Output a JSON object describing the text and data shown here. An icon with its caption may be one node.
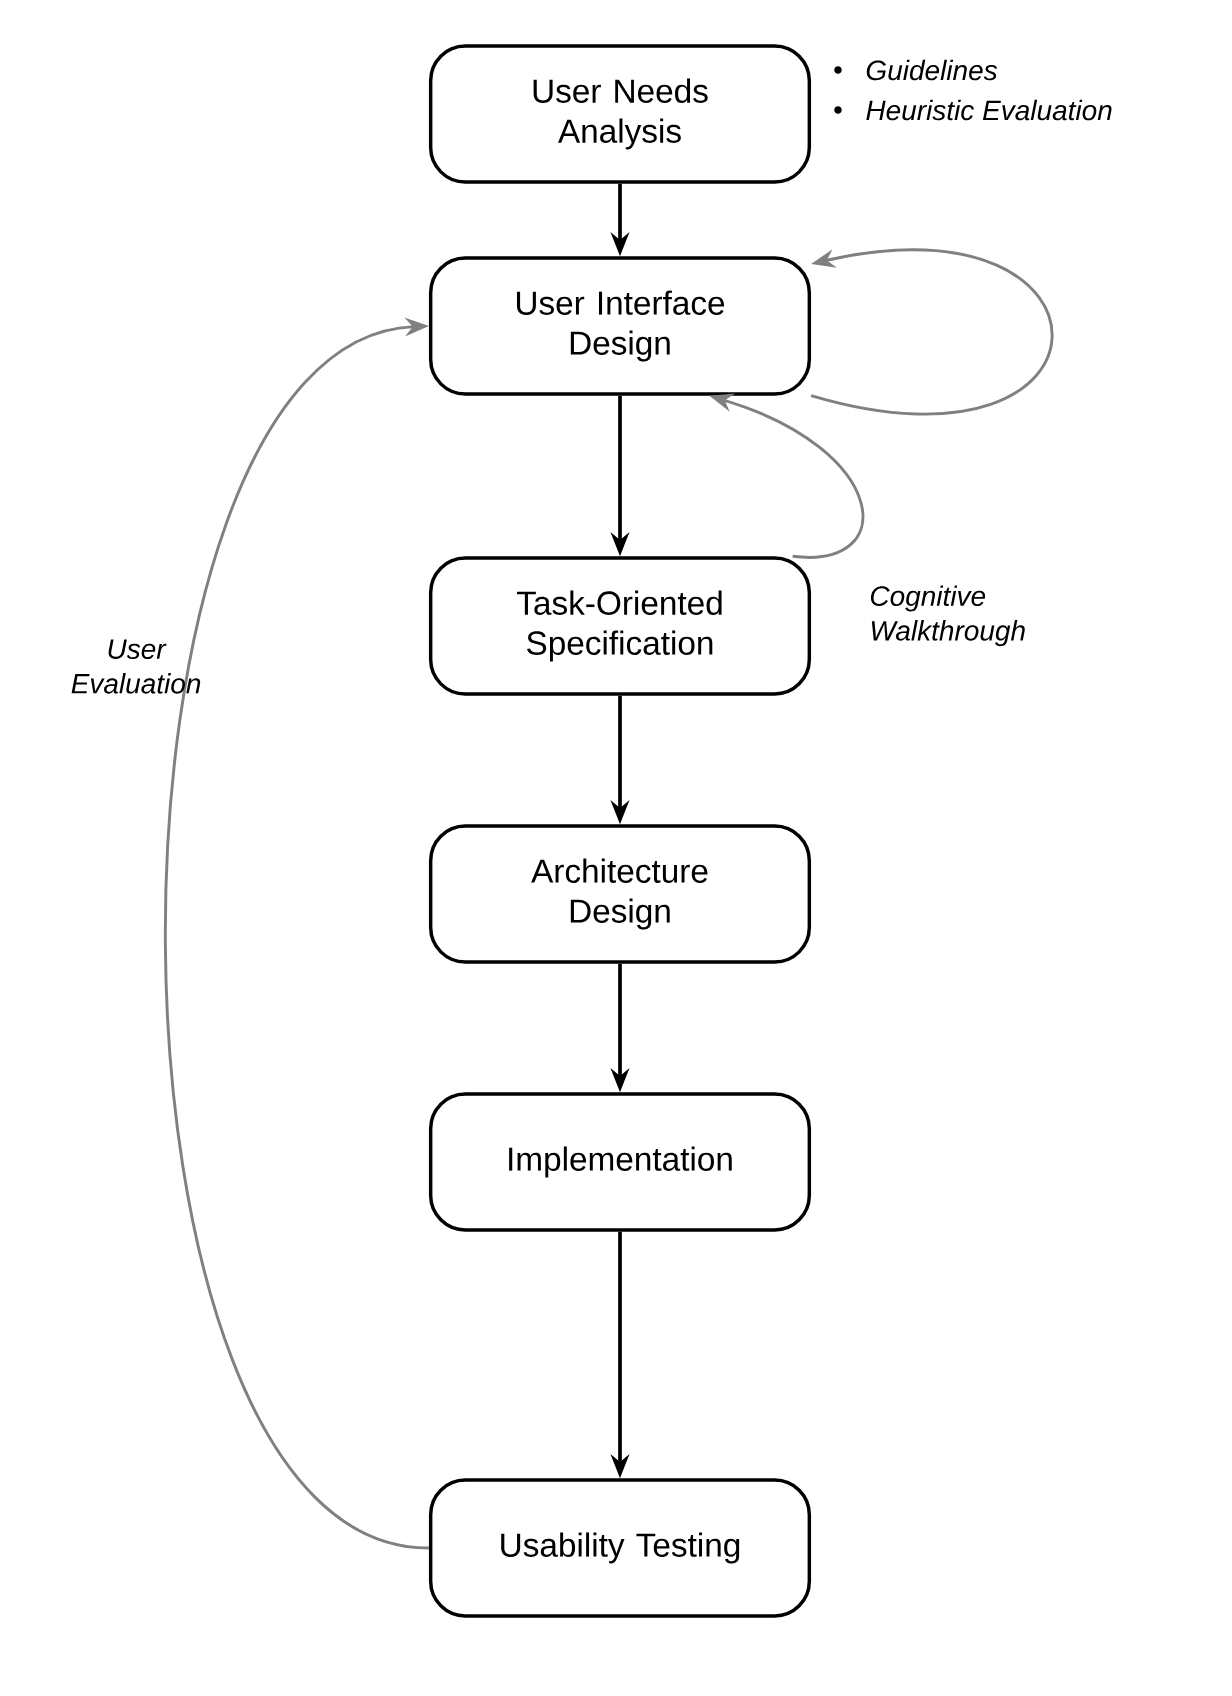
{
  "diagram": {
    "nodes": [
      {
        "text": [
          "User Needs Analysis"
        ]
      },
      {
        "text": [
          "User Interface Design"
        ]
      },
      {
        "text": [
          "Task-Oriented Specification"
        ]
      },
      {
        "text": [
          "Architecture Design"
        ]
      },
      {
        "text": [
          "Implementation"
        ]
      },
      {
        "text": [
          "Usability Testing"
        ]
      }
    ],
    "edges": [
      {
        "from": 0,
        "to": 1,
        "arrow": "to"
      },
      {
        "from": 1,
        "to": 2,
        "arrow": "to"
      },
      {
        "from": 2,
        "to": 3,
        "arrow": "to"
      },
      {
        "from": 3,
        "to": 4,
        "arrow": "to"
      },
      {
        "from": 4,
        "to": 5,
        "arrow": "to"
      },
      {
        "from": 1,
        "to": 1,
        "arrow": "to",
        "color": "#808080"
      },
      {
        "from": 2,
        "to": 1,
        "arrow": "to",
        "color": "#808080",
        "label": "Cognitive Walkthrough"
      },
      {
        "from": 5,
        "to": 1,
        "arrow": "to",
        "color": "#808080",
        "label": "User Evaluation"
      }
    ],
    "labels": [
      "Guidelines",
      "Heuristic Evaluation"
    ]
  }
}
